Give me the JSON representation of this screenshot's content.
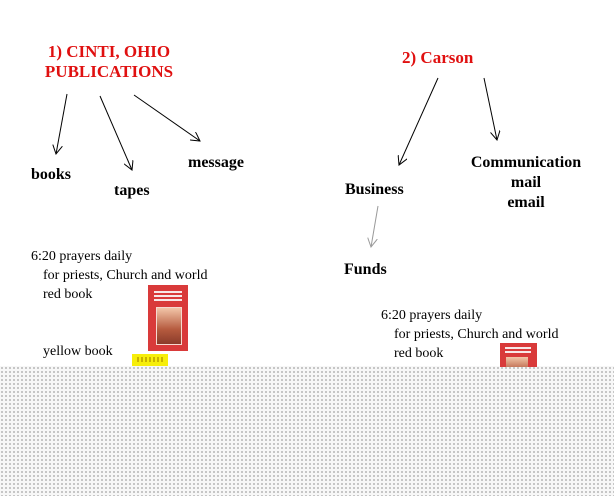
{
  "left": {
    "heading_line1": "1) CINTI, OHIO",
    "heading_line2": "PUBLICATIONS",
    "node_books": "books",
    "node_tapes": "tapes",
    "node_message": "message",
    "note_line1": "6:20 prayers daily",
    "note_line2": "for priests, Church and world",
    "note_line3": "red book",
    "note_yellow": "yellow book"
  },
  "right": {
    "heading": "2)  Carson",
    "node_business": "Business",
    "node_comm_line1": "Communication",
    "node_comm_line2": "mail",
    "node_comm_line3": "email",
    "node_funds": "Funds",
    "note_line1": "6:20 prayers daily",
    "note_line2": "for priests, Church and world",
    "note_line3": "red book"
  },
  "colors": {
    "heading": "#e01010",
    "red_book": "#d93a3a",
    "yellow_book": "#f7ee0a",
    "funds_arrow": "#9a9a9a"
  }
}
